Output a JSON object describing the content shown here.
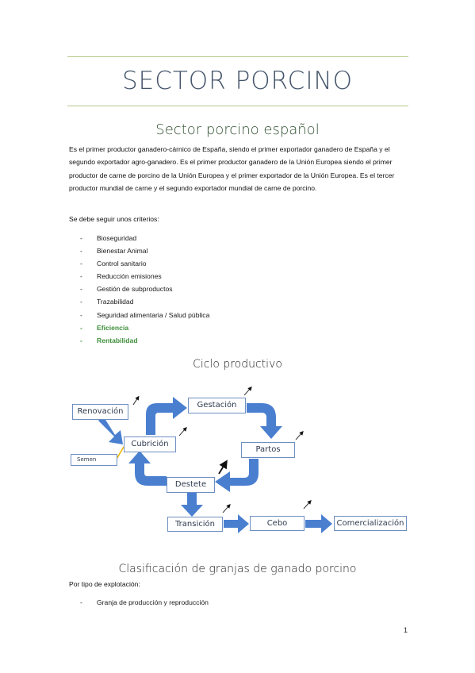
{
  "title": "SECTOR PORCINO",
  "section1": {
    "heading": "Sector porcino español",
    "paragraph": "Es el primer productor ganadero-cárnico de España, siendo el primer exportador ganadero de España y el segundo exportador agro-ganadero. Es el primer productor ganadero de la Unión Europea siendo el primer productor de carne de porcino de la Unión Europea y el primer exportador de la Unión Europea. Es el tercer productor mundial de carne y el segundo exportador mundial de carne de porcino.",
    "criteria_intro": "Se debe seguir unos criterios:",
    "criteria": [
      {
        "dash": "-",
        "text": "Bioseguridad"
      },
      {
        "dash": "-",
        "text": "Bienestar Animal"
      },
      {
        "dash": "-",
        "text": "Control sanitario"
      },
      {
        "dash": "-",
        "text": "Reducción emisiones"
      },
      {
        "dash": "-",
        "text": "Gestión de subproductos"
      },
      {
        "dash": "-",
        "text": "Trazabilidad"
      },
      {
        "dash": "-",
        "text": "Seguridad alimentaria / Salud pública"
      },
      {
        "dash": "-",
        "text": "Eficiencia"
      },
      {
        "dash": "-",
        "text": "Rentabilidad"
      }
    ]
  },
  "section2": {
    "heading": "Ciclo productivo",
    "diagram": {
      "renovacion": "Renovación",
      "gestacion": "Gestación",
      "cubricion": "Cubrición",
      "partos": "Partos",
      "semen": "Semen",
      "destete": "Destete",
      "transicion": "Transición",
      "cebo": "Cebo",
      "comercializacion": "Comercialización"
    },
    "colors": {
      "arrow": "#4a7fd0",
      "box_border": "#6e8fc2",
      "semen_arrow": "#f2b705"
    }
  },
  "section3": {
    "heading": "Clasificación de granjas de ganado porcino",
    "subheading": "Por tipo de explotación:",
    "items": [
      {
        "dash": "-",
        "text": "Granja de producción y reproducción"
      }
    ]
  },
  "page_number": "1"
}
